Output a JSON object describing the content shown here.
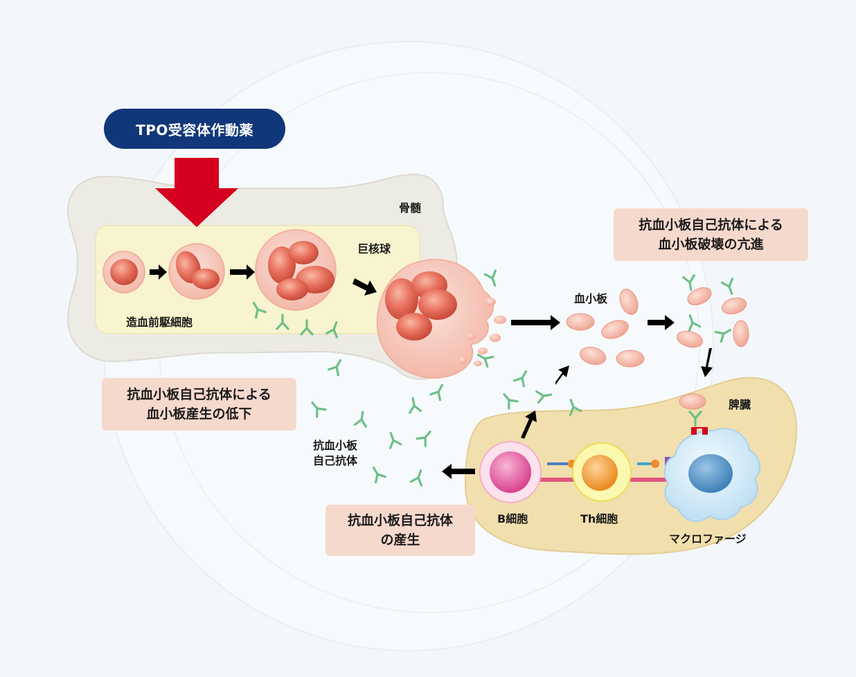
{
  "drug_label": "TPO受容体作動薬",
  "bone_marrow_label": "骨髄",
  "megakaryocyte_label": "巨核球",
  "progenitor_label": "造血前駆細胞",
  "platelet_label": "血小板",
  "spleen_label": "脾臓",
  "autoantibody_label": [
    "抗血小板",
    "自己抗体"
  ],
  "b_cell_label": "B細胞",
  "th_cell_label": "Th細胞",
  "macrophage_label": "マクロファージ",
  "box_production_decrease": [
    "抗血小板自己抗体による",
    "血小板産生の低下"
  ],
  "box_destruction_increase": [
    "抗血小板自己抗体による",
    "血小板破壊の亢進"
  ],
  "box_antibody_production": [
    "抗血小板自己抗体",
    "の産生"
  ],
  "colors": {
    "pill": "#10377a",
    "red_arrow": "#d5001f",
    "cell": "#e8705e",
    "antibody": "#6dbf88",
    "box": "#f6d9cd",
    "marrow": "#f7f4cf",
    "spleen": "#f1dfae"
  }
}
